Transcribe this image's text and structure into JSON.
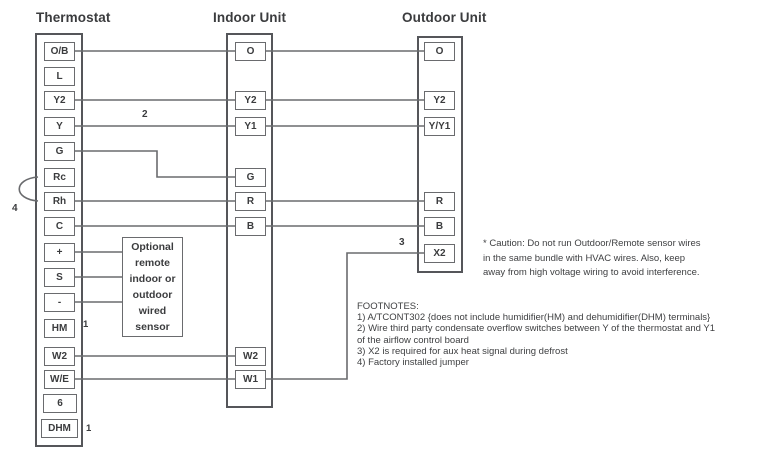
{
  "columns": {
    "thermostat": {
      "title": "Thermostat",
      "terminals": [
        "O/B",
        "L",
        "Y2",
        "Y",
        "G",
        "Rc",
        "Rh",
        "C",
        "+",
        "S",
        "-",
        "HM",
        "W2",
        "W/E",
        "6",
        "DHM"
      ]
    },
    "indoor": {
      "title": "Indoor Unit",
      "terminals": [
        "O",
        "Y2",
        "Y1",
        "G",
        "R",
        "B",
        "W2",
        "W1"
      ]
    },
    "outdoor": {
      "title": "Outdoor Unit",
      "terminals": [
        "O",
        "Y2",
        "Y/Y1",
        "R",
        "B",
        "X2"
      ]
    }
  },
  "sensor_box": {
    "label": "Optional remote indoor or outdoor wired sensor"
  },
  "annotations": {
    "y_wire_number": "2",
    "x2_wire_number": "3",
    "jumper_number": "4",
    "hm_footnote_number": "1",
    "dhm_footnote_number": "1"
  },
  "connections": [
    {
      "from": "Thermostat O/B",
      "to": "Indoor O"
    },
    {
      "from": "Indoor O",
      "to": "Outdoor O"
    },
    {
      "from": "Thermostat Y2",
      "to": "Indoor Y2"
    },
    {
      "from": "Indoor Y2",
      "to": "Outdoor Y2"
    },
    {
      "from": "Thermostat Y",
      "to": "Indoor Y1",
      "label": "2"
    },
    {
      "from": "Indoor Y1",
      "to": "Outdoor Y/Y1"
    },
    {
      "from": "Thermostat G",
      "to": "Indoor G"
    },
    {
      "from": "Thermostat Rh",
      "to": "Indoor R"
    },
    {
      "from": "Indoor R",
      "to": "Outdoor R"
    },
    {
      "from": "Thermostat C",
      "to": "Indoor B"
    },
    {
      "from": "Indoor B",
      "to": "Outdoor B"
    },
    {
      "from": "Indoor W1",
      "to": "Outdoor X2",
      "label": "3"
    },
    {
      "from": "Thermostat W2",
      "to": "Indoor W2"
    },
    {
      "from": "Thermostat W/E",
      "to": "Indoor W1"
    },
    {
      "from": "Thermostat Rc",
      "to": "Thermostat Rh",
      "label": "4",
      "type": "factory jumper"
    },
    {
      "from": "Thermostat +",
      "to": "Sensor box"
    },
    {
      "from": "Thermostat S",
      "to": "Sensor box"
    },
    {
      "from": "Thermostat -",
      "to": "Sensor box"
    }
  ],
  "caution": {
    "lines": [
      "* Caution: Do not run Outdoor/Remote sensor wires",
      "in the same bundle with HVAC wires.  Also, keep",
      "away from high voltage wiring to avoid interference."
    ]
  },
  "footnotes": {
    "title": "FOOTNOTES:",
    "lines": [
      "1) A/TCONT302 {does not include humidifier(HM) and dehumidifier(DHM) terminals}",
      "2) Wire third party condensate overflow switches between Y of the thermostat and Y1",
      "of the airflow control board",
      "3) X2 is required for aux heat signal during defrost",
      "4) Factory installed jumper"
    ]
  },
  "colors": {
    "wire": "#6a6b6e",
    "terminal_border": "#6a6b6e",
    "unit_border": "#55565a",
    "text": "#3b3c3e"
  }
}
